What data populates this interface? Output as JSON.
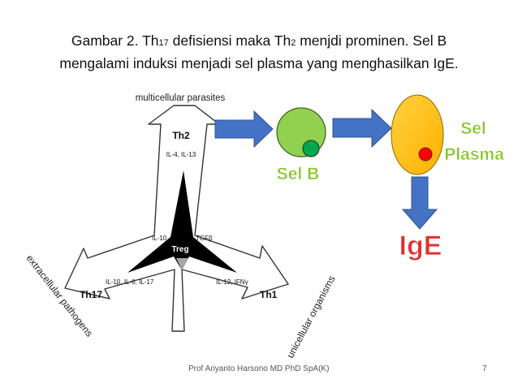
{
  "title": {
    "line1_before": "Gambar 2. Th",
    "line1_sub1": "17",
    "line1_middle": " defisiensi maka Th",
    "line1_sub2": "2",
    "line1_after": " menjdi prominen. Sel B",
    "line2": "mengalami induksi menjadi sel plasma yang menghasilkan IgE."
  },
  "diagram": {
    "label_multicellular": "multicellular parasites",
    "label_extracellular": "extracellular pathogens",
    "label_unicellular": "unicellular organisms",
    "th2": "Th2",
    "th2_cytokines": "IL-4, IL-13",
    "th17": "Th17",
    "th17_cytokines": "IL-1β, IL-6, IL-17",
    "th1": "Th1",
    "th1_cytokines": "IL-12, IFNγ",
    "treg": "Treg",
    "treg_cytokine_left": "IL-10",
    "treg_cytokine_right": "TGFβ"
  },
  "flow": {
    "sel_b": "Sel B",
    "sel_plasma_line1": "Sel",
    "sel_plasma_line2": "Plasma",
    "ige": "IgE"
  },
  "colors": {
    "arrow_blue": "#4472c4",
    "arrow_blue_dark": "#2f528f",
    "cell_b": "#92d050",
    "cell_b_nucleus": "#00a650",
    "plasma_cell": "#ffc000",
    "plasma_nucleus": "#ff0000",
    "label_green": "#7fc41f",
    "ige_red": "#e03030"
  },
  "footer": {
    "credit": "Prof Ariyanto Harsono MD PhD SpA(K)",
    "page": "7"
  }
}
